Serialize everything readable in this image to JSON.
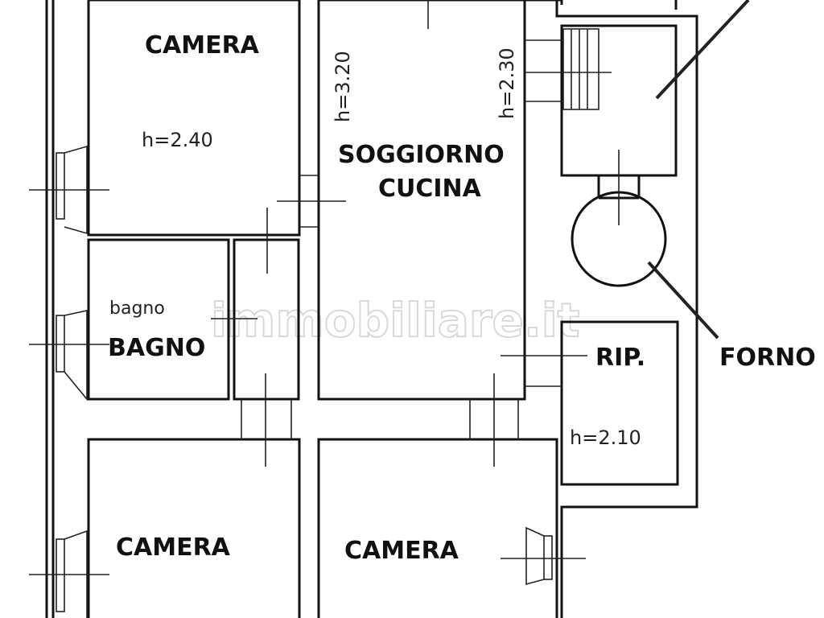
{
  "rooms": {
    "camera_top": "CAMERA",
    "camera_bottom_left": "CAMERA",
    "camera_bottom_mid": "CAMERA",
    "soggiorno": "SOGGIORNO",
    "cucina": "CUCINA",
    "bagno_small": "bagno",
    "bagno": "BAGNO",
    "rip": "RIP.",
    "forno": "FORNO"
  },
  "heights": {
    "camera_top": "h=2.40",
    "soggiorno_a": "h=3.20",
    "soggiorno_b": "h=2.30",
    "rip": "h=2.10"
  },
  "watermark": "immobiliare.it"
}
